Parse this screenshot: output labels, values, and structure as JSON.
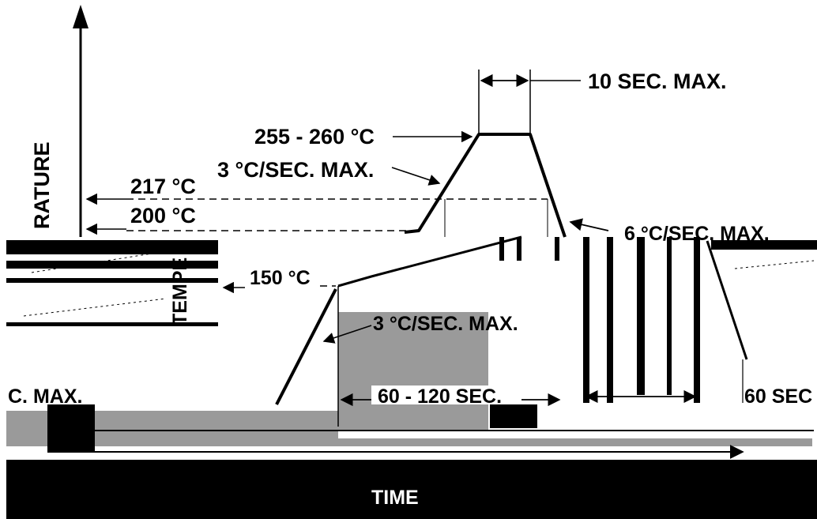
{
  "diagram": {
    "y_axis_label_top": "RATURE",
    "y_axis_label_lower": "TEMPE",
    "x_axis_label": "TIME",
    "peak_temp_label": "255 - 260 °C",
    "dwell_label": "10 SEC. MAX.",
    "ramp_up_label": "3 °C/SEC. MAX.",
    "liquidus_label": "217 °C",
    "reflow_start_label": "200 °C",
    "ramp_down_label": "6 °C/SEC. MAX.",
    "preheat_temp_label": "150 °C",
    "preheat_ramp_label": "3 °C/SEC. MAX.",
    "preheat_time_label": "60 - 120 SEC.",
    "reflow_time_label": "60 SEC",
    "left_cut_label": "C. MAX."
  },
  "colors": {
    "ink": "#000000",
    "paper": "#ffffff",
    "shade": "#9a9a9a"
  }
}
